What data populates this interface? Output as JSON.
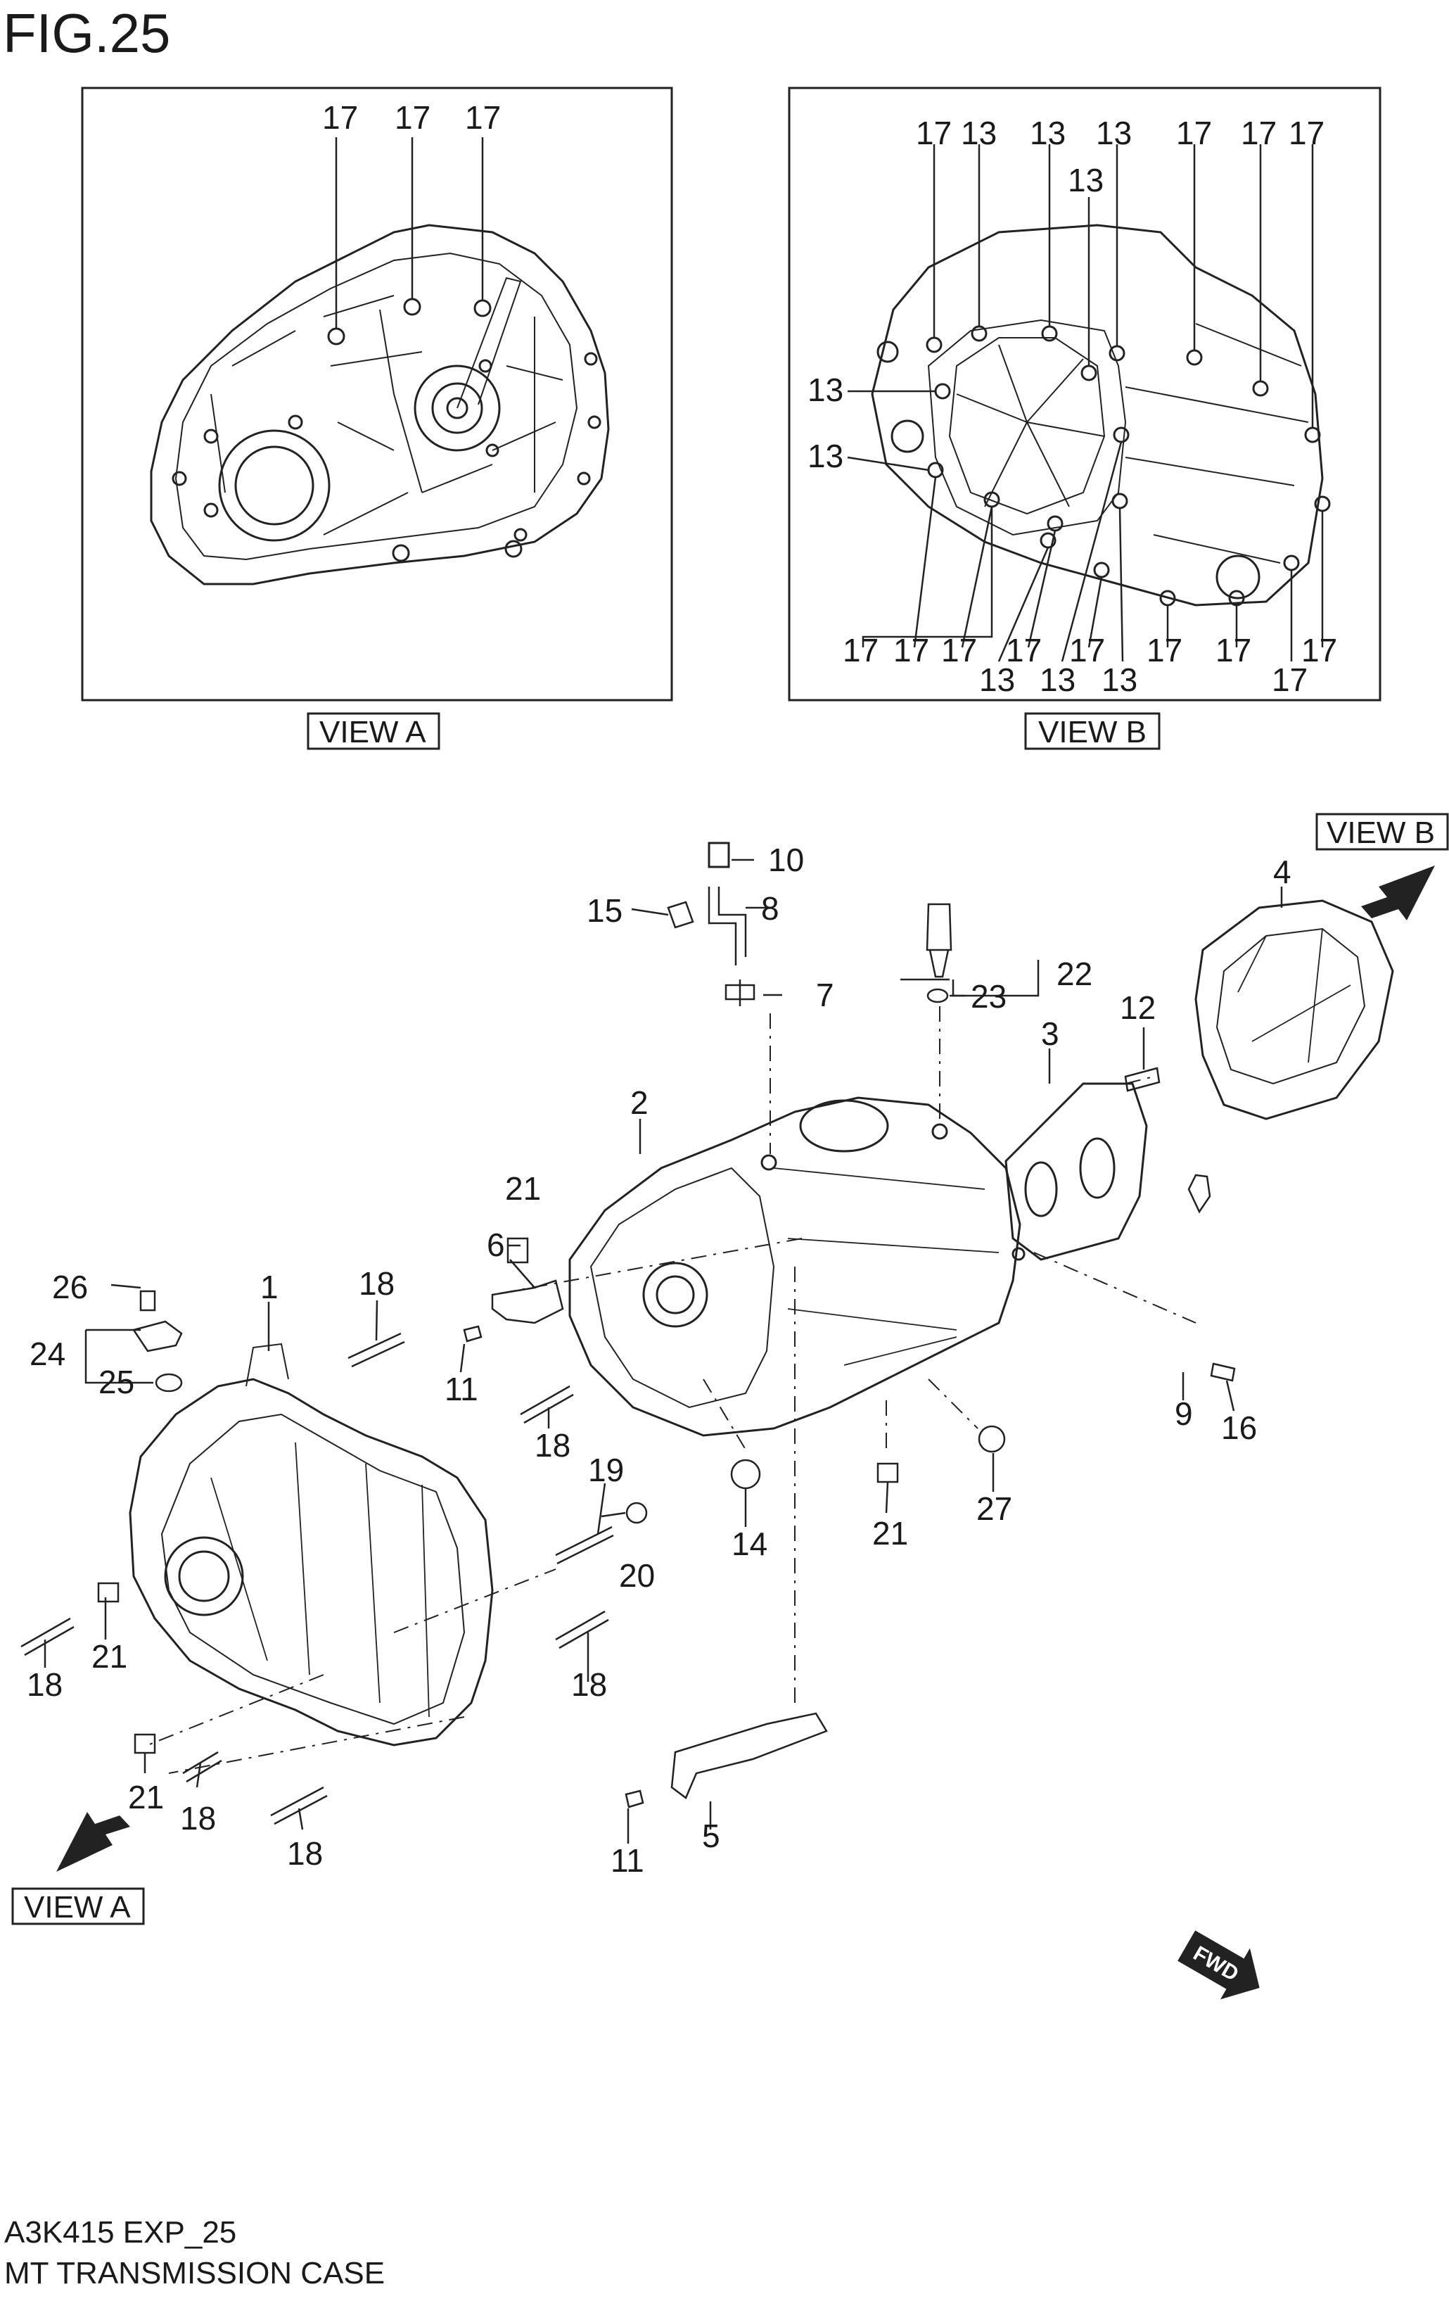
{
  "figure": {
    "title": "FIG.25",
    "model_code": "A3K415 EXP_25",
    "name": "MT TRANSMISSION CASE"
  },
  "views": {
    "view_a_label": "VIEW A",
    "view_b_label": "VIEW B"
  },
  "fwd_label": "FWD",
  "view_a_callouts": [
    "17",
    "17",
    "17"
  ],
  "view_b_callouts_top": [
    "17",
    "13",
    "13",
    "13",
    "17",
    "17",
    "17",
    "13"
  ],
  "view_b_callouts_left": [
    "13",
    "13"
  ],
  "view_b_callouts_bottom": [
    "17",
    "17",
    "17",
    "13",
    "17",
    "13",
    "17",
    "13",
    "17",
    "17",
    "17",
    "17"
  ],
  "parts": [
    {
      "no": "1"
    },
    {
      "no": "2"
    },
    {
      "no": "3"
    },
    {
      "no": "4"
    },
    {
      "no": "5"
    },
    {
      "no": "6"
    },
    {
      "no": "7"
    },
    {
      "no": "8"
    },
    {
      "no": "9"
    },
    {
      "no": "10"
    },
    {
      "no": "11"
    },
    {
      "no": "11"
    },
    {
      "no": "12"
    },
    {
      "no": "14"
    },
    {
      "no": "15"
    },
    {
      "no": "16"
    },
    {
      "no": "18"
    },
    {
      "no": "18"
    },
    {
      "no": "18"
    },
    {
      "no": "18"
    },
    {
      "no": "18"
    },
    {
      "no": "18"
    },
    {
      "no": "19"
    },
    {
      "no": "20"
    },
    {
      "no": "21"
    },
    {
      "no": "21"
    },
    {
      "no": "21"
    },
    {
      "no": "21"
    },
    {
      "no": "22"
    },
    {
      "no": "23"
    },
    {
      "no": "24"
    },
    {
      "no": "25"
    },
    {
      "no": "26"
    },
    {
      "no": "27"
    }
  ]
}
